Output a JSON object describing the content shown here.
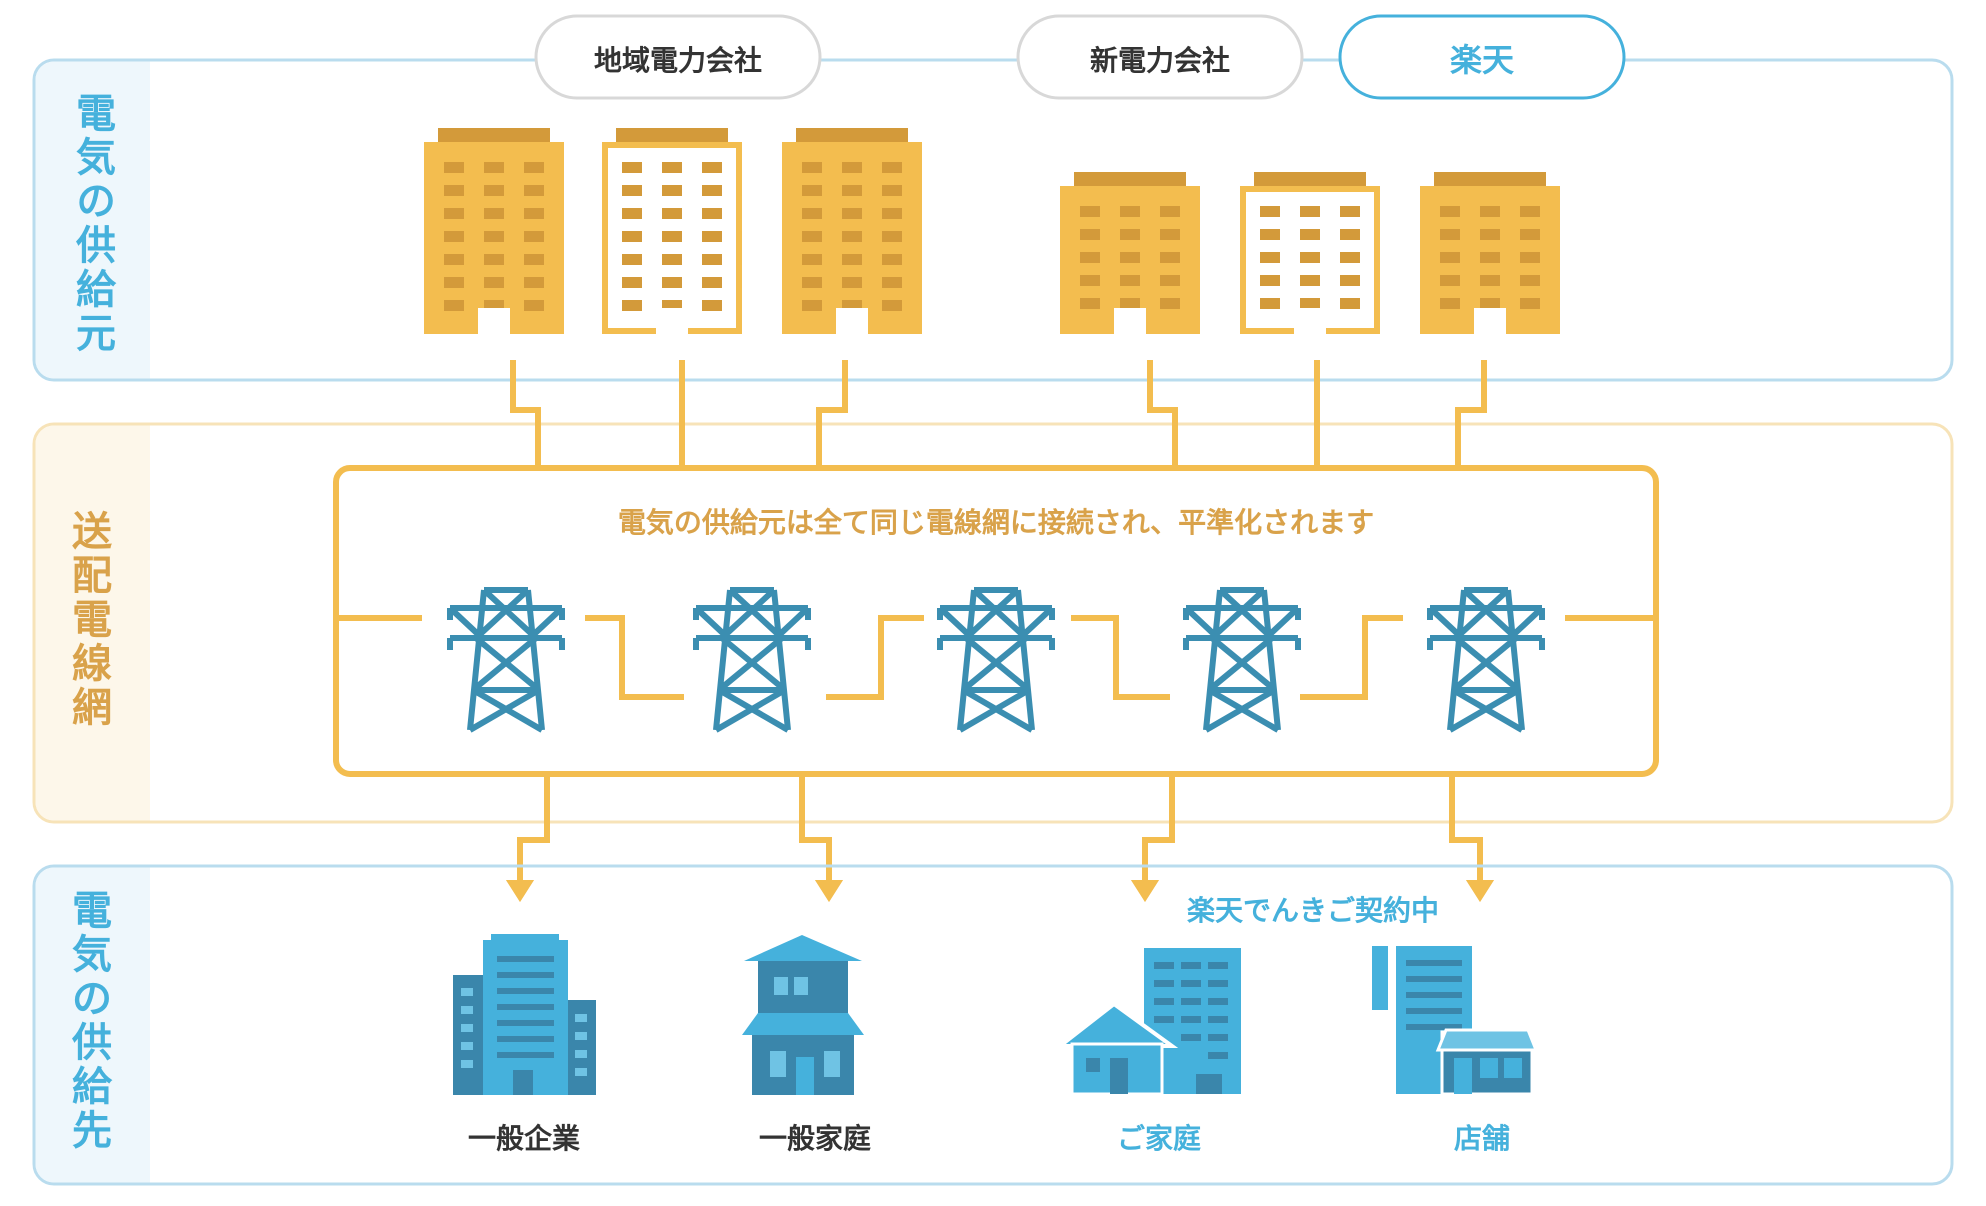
{
  "colors": {
    "blue": "#45b1dc",
    "blue_border": "#b9dcee",
    "blue_tab": "#eef7fc",
    "yellow": "#f3bd4f",
    "yellow_dark": "#d39a3a",
    "yellow_border": "#f7e3b8",
    "yellow_tab": "#fdf7ea",
    "grid_text": "#d9a24a",
    "tower": "#3b8eb1",
    "dest_dark": "#3a86ab",
    "dest_light": "#45b1dc",
    "gray_border": "#d8d8d8",
    "text_dark": "#333333"
  },
  "sections": {
    "supply": "電気の供給元",
    "grid": "送配電線網",
    "destination": "電気の供給先"
  },
  "companies": {
    "regional": "地域電力会社",
    "new": "新電力会社",
    "rakuten": "楽天"
  },
  "grid_caption": "電気の供給元は全て同じ電線網に接続され、平準化されます",
  "contract_label": "楽天でんきご契約中",
  "destinations": [
    {
      "label": "一般企業",
      "icon": "office-building-icon"
    },
    {
      "label": "一般家庭",
      "icon": "house-icon"
    },
    {
      "label": "ご家庭",
      "icon": "home-and-apartment-icon"
    },
    {
      "label": "店舗",
      "icon": "store-icon"
    }
  ]
}
